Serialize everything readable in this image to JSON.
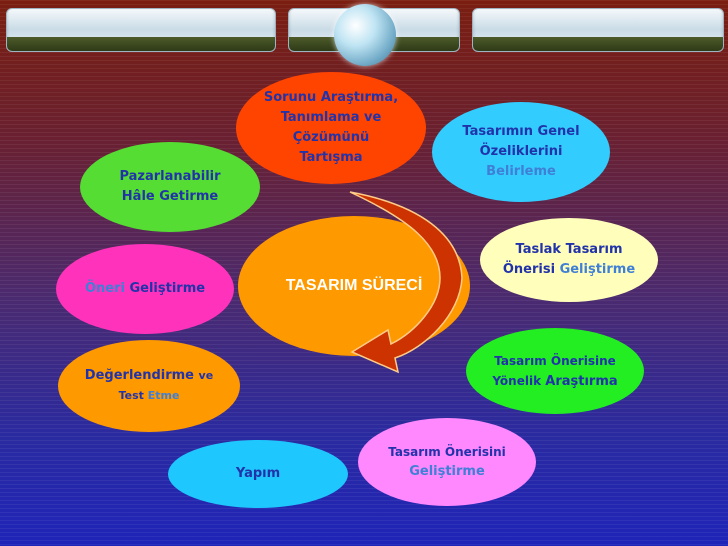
{
  "center": {
    "label": "TASARIM SÜRECİ"
  },
  "nodes": {
    "sorunu": {
      "l1": "Sorunu Araştırma,",
      "l2": "Tanımlama ve",
      "l3": "Çözümünü",
      "l4": "Tartışma"
    },
    "genel": {
      "l1": "Tasarımın Genel",
      "l2": "Özeliklerini",
      "l3": "Belirleme"
    },
    "taslak": {
      "l1": "Taslak Tasarım",
      "l2a": "Önerisi",
      "l2b": "Geliştirme"
    },
    "yonelik": {
      "l1": "Tasarım Önerisine",
      "l2a": "Yönelik",
      "l2b": "Araştırma"
    },
    "gelistirme": {
      "l1": "Tasarım Önerisini",
      "l2": "Geliştirme"
    },
    "yapim": {
      "l1": "Yapım"
    },
    "degerlendirme": {
      "l1a": "Değerlendirme",
      "l1b": "ve",
      "l2a": "Test",
      "l2b": "Etme"
    },
    "oneri": {
      "l1a": "Öneri",
      "l1b": "Geliştirme"
    },
    "pazar": {
      "l1": "Pazarlanabilir",
      "l2a": "Hâle",
      "l2b": "Getirme"
    }
  },
  "colors": {
    "sorunu": "#ff4400",
    "genel": "#33ccff",
    "taslak": "#ffffbb",
    "yonelik": "#22ee22",
    "gelistirme": "#ff88ff",
    "yapim": "#1ec8ff",
    "degerlendirme": "#ff9900",
    "oneri": "#ff33bb",
    "pazar": "#55dd33",
    "center": "#ff9900",
    "arrow": "#cc3300"
  }
}
